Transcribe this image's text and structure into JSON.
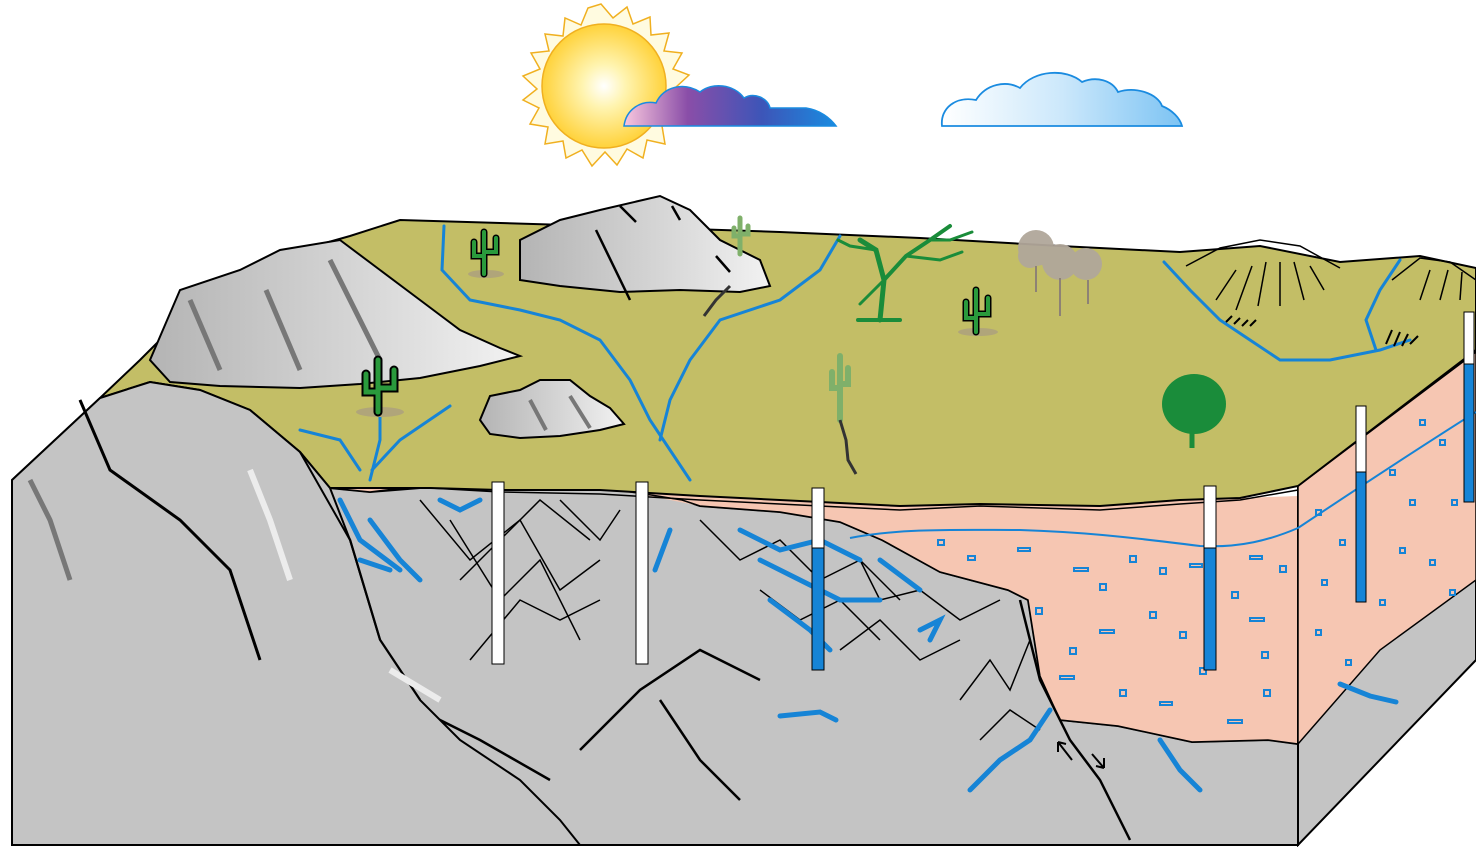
{
  "diagram": {
    "subject": "block-diagram-desert-groundwater",
    "colors": {
      "land_surface": "#c3be66",
      "bedrock": "#c4c4c4",
      "bedrock_dark": "#a9a9a9",
      "alluvium": "#f6c6b2",
      "water": "#1684d6",
      "sun": "#ffd84a",
      "sun_rays": "#f2e48a",
      "cloud_light": "#bfe2fb",
      "vegetation": "#1a8c3a",
      "cactus": "#2a8a3c",
      "well_casing": "#ffffff",
      "outline": "#000000"
    },
    "elements": {
      "wells": 6,
      "wells_with_water": 4,
      "cacti": 5,
      "trees": 3,
      "bedrock_outcrops": 4,
      "clouds": 2,
      "fault_arrows": 2
    }
  }
}
